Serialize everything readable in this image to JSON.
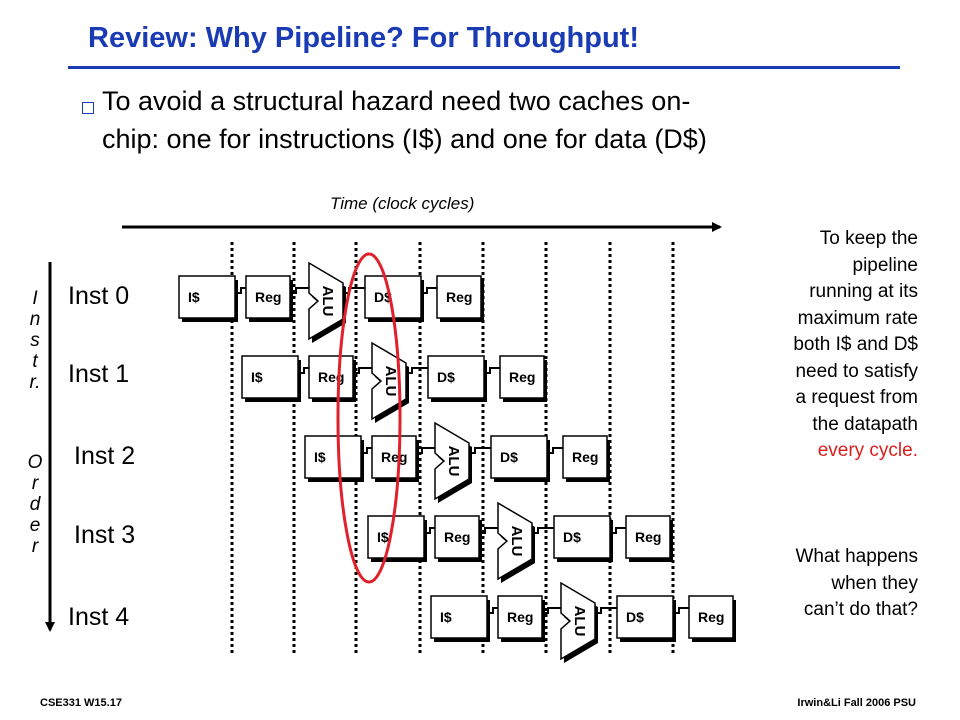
{
  "title": "Review: Why Pipeline? For Throughput!",
  "bullet": {
    "line1": "To avoid a structural hazard need two caches on-",
    "line2": "chip: one for instructions (I$) and one for data (D$)"
  },
  "time_axis_label": "Time (clock cycles)",
  "instr_axis_letters": [
    "I",
    "n",
    "s",
    "t",
    "r.",
    "O",
    "r",
    "d",
    "e",
    "r"
  ],
  "instructions": [
    "Inst 0",
    "Inst 1",
    "Inst 2",
    "Inst 3",
    "Inst 4"
  ],
  "stages": {
    "icache": "I$",
    "reg_read": "Reg",
    "alu": "ALU",
    "dcache": "D$",
    "reg_write": "Reg"
  },
  "side_note": {
    "lines": [
      "To keep the",
      "pipeline",
      "running at its",
      "maximum rate",
      "both I$ and D$",
      "need to satisfy",
      "a request from",
      "the datapath"
    ],
    "highlight": "every cycle."
  },
  "side_question": [
    "What happens",
    "when they",
    "can’t do that?"
  ],
  "footer": {
    "left": "CSE331  W15.17",
    "right": "Irwin&Li Fall 2006 PSU"
  },
  "colors": {
    "title": "#1a3bb3",
    "highlight": "#d81f1f",
    "ellipse": "#e0202a"
  }
}
